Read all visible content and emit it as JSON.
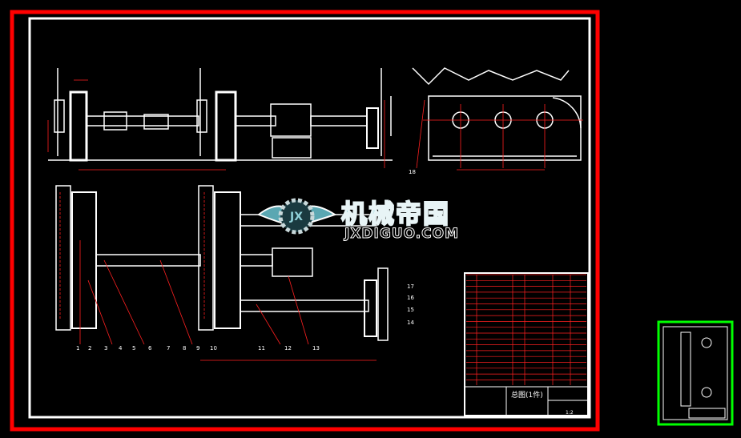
{
  "drawing": {
    "title_block_name": "总图(1件)",
    "scale": "1:2",
    "part_numbers": [
      "1",
      "2",
      "3",
      "4",
      "5",
      "6",
      "7",
      "8",
      "9",
      "10",
      "11",
      "12",
      "13",
      "14",
      "15",
      "16",
      "17",
      "18"
    ],
    "colors": {
      "frame": "#ff0000",
      "border": "#ffffff",
      "lines": "#ff2020",
      "background": "#000000",
      "thumbnail_frame": "#00ff00"
    }
  },
  "watermark": {
    "chinese": "机械帝国",
    "domain": "JXDIGUO.COM",
    "logo_letters": "JX"
  }
}
